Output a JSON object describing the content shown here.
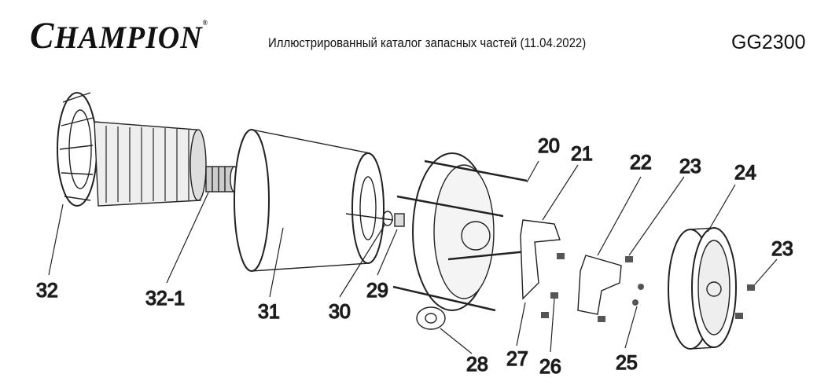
{
  "header": {
    "brand": "CHAMPION",
    "registered": "®",
    "title": "Иллюстрированный каталог запасных частей (11.04.2022)",
    "model": "GG2300"
  },
  "parts": {
    "p20": "20",
    "p21": "21",
    "p22": "22",
    "p23a": "23",
    "p24": "24",
    "p23b": "23",
    "p32": "32",
    "p32_1": "32-1",
    "p31": "31",
    "p30": "30",
    "p29": "29",
    "p28": "28",
    "p27": "27",
    "p26": "26",
    "p25": "25"
  }
}
